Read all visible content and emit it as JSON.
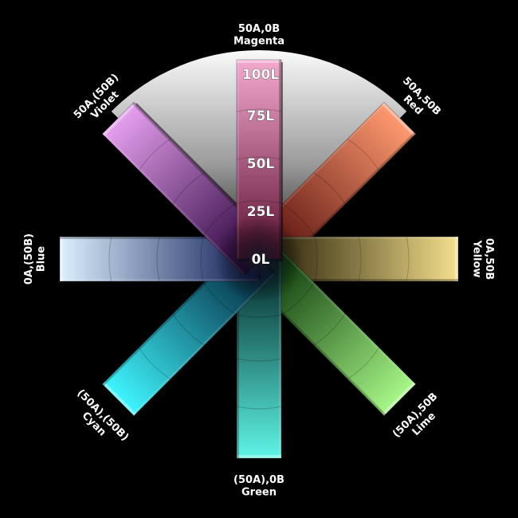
{
  "diagram": {
    "title": "",
    "spokes": [
      {
        "id": "magenta",
        "coord": "50A,0B",
        "name": "Magenta",
        "angle": 0,
        "inner": "#5a0f30",
        "outer": "#f5a9cf"
      },
      {
        "id": "red",
        "coord": "50A,50B",
        "name": "Red",
        "angle": 45,
        "inner": "#4a0606",
        "outer": "#ff9a70"
      },
      {
        "id": "yellow",
        "coord": "0A,50B",
        "name": "Yellow",
        "angle": 90,
        "inner": "#1c1500",
        "outer": "#f5e08e"
      },
      {
        "id": "lime",
        "coord": "(50A),50B",
        "name": "Lime",
        "angle": 135,
        "inner": "#012a01",
        "outer": "#a8f888"
      },
      {
        "id": "green",
        "coord": "(50A),0B",
        "name": "Green",
        "angle": 180,
        "inner": "#012222",
        "outer": "#5ef5e6"
      },
      {
        "id": "cyan",
        "coord": "(50A),(50B)",
        "name": "Cyan",
        "angle": 225,
        "inner": "#001f36",
        "outer": "#3ff6ff"
      },
      {
        "id": "blue",
        "coord": "0A,(50B)",
        "name": "Blue",
        "angle": 270,
        "inner": "#0a1850",
        "outer": "#dcf0ff"
      },
      {
        "id": "violet",
        "coord": "50A,(50B)",
        "name": "Violet",
        "angle": 315,
        "inner": "#260037",
        "outer": "#e6a0ef"
      }
    ],
    "lightness_scale": [
      "0L",
      "25L",
      "50L",
      "75L",
      "100L"
    ],
    "lightness_values": [
      0,
      25,
      50,
      75,
      100
    ]
  }
}
